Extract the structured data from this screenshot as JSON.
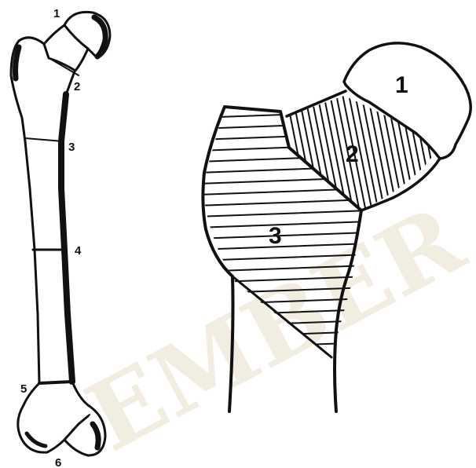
{
  "colors": {
    "ink": "#111111",
    "background": "#ffffff",
    "watermark": "#e9dfc9"
  },
  "left_figure": {
    "labels": [
      "1",
      "2",
      "3",
      "4",
      "5",
      "6"
    ]
  },
  "right_figure": {
    "labels": [
      "1",
      "2",
      "3"
    ]
  },
  "watermark": {
    "text": "EMBER"
  }
}
